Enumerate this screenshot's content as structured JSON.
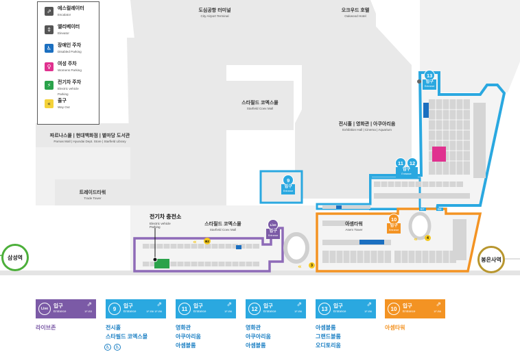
{
  "legend": {
    "items": [
      {
        "ko": "에스컬레이터",
        "en": "Escalator",
        "color": "#555555",
        "glyph": "⇗",
        "icon": "escalator-icon"
      },
      {
        "ko": "엘리베이터",
        "en": "Elevator",
        "color": "#555555",
        "glyph": "⇕",
        "icon": "elevator-icon"
      },
      {
        "ko": "장애인 주차",
        "en": "Disabled Parking",
        "color": "#1b6fc0",
        "glyph": "♿",
        "icon": "disabled-parking-icon"
      },
      {
        "ko": "여성 주차",
        "en": "Womens Parking",
        "color": "#e0318f",
        "glyph": "♀",
        "icon": "womens-parking-icon"
      },
      {
        "ko": "전기차 주차",
        "en": "Electric vehicle Parking",
        "color": "#2aa24a",
        "glyph": "⚡",
        "icon": "ev-parking-icon"
      },
      {
        "ko": "출구",
        "en": "Way Out",
        "color": "#f4d23a",
        "glyph": "«",
        "icon": "way-out-icon"
      }
    ]
  },
  "labels": {
    "city_terminal": {
      "ko": "도심공항 터미널",
      "en": "City Airport Terminal"
    },
    "oakwood": {
      "ko": "오크우드 호텔",
      "en": "Oakwood Hotel"
    },
    "coex_mall_top": {
      "ko": "스타필드 코엑스몰",
      "en": "Starfield Coex Mall"
    },
    "exhibition": {
      "ko": "전시홀 | 영화관 | 아쿠아리움",
      "en": "Exhibition Hall | Cinema | Aquarium"
    },
    "parnas": {
      "ko": "파르나스몰 | 현대백화점 | 별마당 도서관",
      "en": "Parnas Mall | Hyundai Dept. Store | Starfield Library"
    },
    "trade_tower": {
      "ko": "트레이드타워",
      "en": "Trade Tower"
    },
    "coex_mall_bottom": {
      "ko": "스타필드 코엑스몰",
      "en": "Starfield Coex Mall"
    },
    "asem_tower": {
      "ko": "아셈타워",
      "en": "Asem Tower"
    },
    "ev_station": {
      "ko": "전기차 충전소",
      "en": "Electric vehicle Parking"
    }
  },
  "stations": {
    "samseong": {
      "name": "삼성역",
      "color": "#4caf3a"
    },
    "bongeunsa": {
      "name": "봉은사역",
      "color": "#b8962e"
    }
  },
  "markers": {
    "live": {
      "num": "Live",
      "ko": "입구",
      "en": "Entrance",
      "color": "#7b5aa6"
    },
    "e9": {
      "num": "9",
      "ko": "입구",
      "en": "Entrance",
      "color": "#2aa8e0"
    },
    "e11": {
      "num": "11",
      "color": "#2aa8e0"
    },
    "e12": {
      "num": "12",
      "ko": "입구",
      "en": "Entrance",
      "color": "#2aa8e0"
    },
    "e13": {
      "num": "13",
      "ko": "입구",
      "en": "Entrance",
      "color": "#2aa8e0"
    },
    "e10": {
      "num": "10",
      "ko": "입구",
      "en": "Entrance",
      "color": "#f39323"
    }
  },
  "map_codes": {
    "b2": "B2",
    "b7": "B7",
    "b8": "B8",
    "exit_3": "3",
    "exit_4": "4"
  },
  "entrances": [
    {
      "num": "Live",
      "ko": "입구",
      "en": "Entrance",
      "color": "#7b5aa6",
      "icon_text": "1F-B3",
      "dest": [
        "라이브존"
      ]
    },
    {
      "num": "9",
      "ko": "입구",
      "en": "Entrance",
      "color": "#2aa8e0",
      "icon_text": "1F-B6  1F-B6",
      "dest": [
        "전시홀",
        "스타필드 코엑스몰"
      ]
    },
    {
      "num": "11",
      "ko": "입구",
      "en": "Entrance",
      "color": "#2aa8e0",
      "icon_text": "1F-B6",
      "dest": [
        "영화관",
        "아쿠아리움",
        "아셈볼룸"
      ]
    },
    {
      "num": "12",
      "ko": "입구",
      "en": "Entrance",
      "color": "#2aa8e0",
      "icon_text": "1F-B6",
      "dest": [
        "영화관",
        "아쿠아리움",
        "아셈볼룸"
      ]
    },
    {
      "num": "13",
      "ko": "입구",
      "en": "Entrance",
      "color": "#2aa8e0",
      "icon_text": "1F-B6",
      "dest": [
        "아셈볼룸",
        "그랜드볼룸",
        "오디토리움"
      ]
    },
    {
      "num": "10",
      "ko": "입구",
      "en": "Entrance",
      "color": "#f39323",
      "icon_text": "1F-B6",
      "dest": [
        "아셈타워"
      ]
    }
  ]
}
